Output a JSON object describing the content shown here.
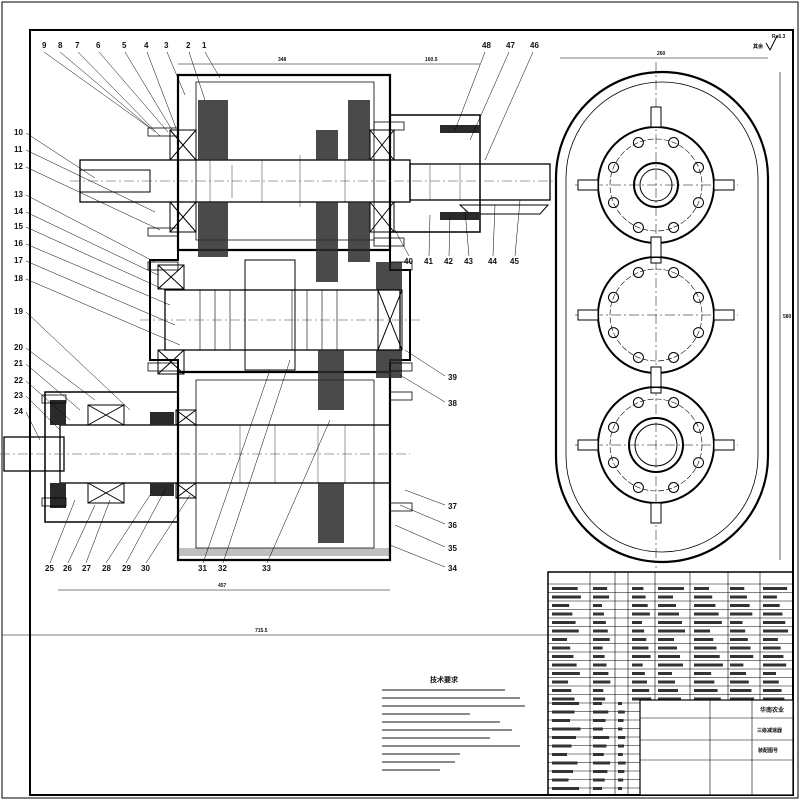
{
  "sheet": {
    "roughness_symbol": "其余",
    "roughness_value": "Ra6.3"
  },
  "callouts": {
    "top": [
      "9",
      "8",
      "7",
      "6",
      "5",
      "4",
      "3",
      "2",
      "1"
    ],
    "top_right": [
      "48",
      "47",
      "46"
    ],
    "left": [
      "10",
      "11",
      "12",
      "13",
      "14",
      "15",
      "16",
      "17",
      "18",
      "19",
      "20",
      "21",
      "22",
      "23",
      "24"
    ],
    "bottom": [
      "25",
      "26",
      "27",
      "28",
      "29",
      "30",
      "31",
      "32",
      "33",
      "34"
    ],
    "right": [
      "35",
      "36",
      "37",
      "38",
      "39"
    ],
    "mid_right": [
      "40",
      "41",
      "42",
      "43",
      "44",
      "45"
    ]
  },
  "dimensions": {
    "top_span": "348",
    "right_span": "160.5",
    "bottom_span": "457",
    "overall_length": "715.5",
    "side_width": "260",
    "side_height": "580"
  },
  "tech_requirements": {
    "title": "技术要求"
  },
  "title_block": {
    "company": "华南农业",
    "drawing_name": "三级减速器",
    "drawing_no": "装配图号"
  }
}
